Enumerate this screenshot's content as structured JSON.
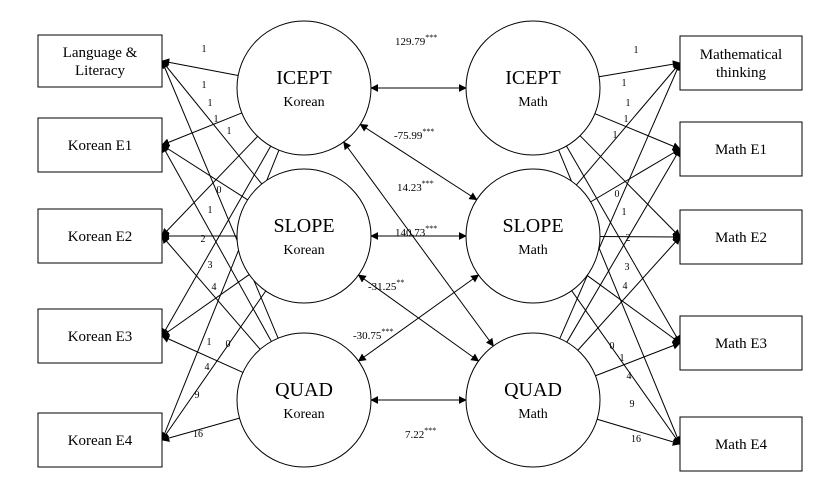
{
  "observed": [
    {
      "id": "lang",
      "lines": [
        "Language &",
        "Literacy"
      ]
    },
    {
      "id": "ke1",
      "lines": [
        "Korean E1"
      ]
    },
    {
      "id": "ke2",
      "lines": [
        "Korean E2"
      ]
    },
    {
      "id": "ke3",
      "lines": [
        "Korean E3"
      ]
    },
    {
      "id": "ke4",
      "lines": [
        "Korean E4"
      ]
    },
    {
      "id": "mt",
      "lines": [
        "Mathematical",
        "thinking"
      ]
    },
    {
      "id": "me1",
      "lines": [
        "Math E1"
      ]
    },
    {
      "id": "me2",
      "lines": [
        "Math E2"
      ]
    },
    {
      "id": "me3",
      "lines": [
        "Math E3"
      ]
    },
    {
      "id": "me4",
      "lines": [
        "Math E4"
      ]
    }
  ],
  "latent": [
    {
      "id": "ik",
      "title": "ICEPT",
      "sub": "Korean"
    },
    {
      "id": "sk",
      "title": "SLOPE",
      "sub": "Korean"
    },
    {
      "id": "qk",
      "title": "QUAD",
      "sub": "Korean"
    },
    {
      "id": "im",
      "title": "ICEPT",
      "sub": "Math"
    },
    {
      "id": "sm",
      "title": "SLOPE",
      "sub": "Math"
    },
    {
      "id": "qm",
      "title": "QUAD",
      "sub": "Math"
    }
  ],
  "loadings": [
    {
      "from": "ik",
      "to": "lang",
      "label": "1"
    },
    {
      "from": "ik",
      "to": "ke1",
      "label": "1"
    },
    {
      "from": "ik",
      "to": "ke2",
      "label": "1"
    },
    {
      "from": "ik",
      "to": "ke3",
      "label": "1"
    },
    {
      "from": "ik",
      "to": "ke4",
      "label": "1"
    },
    {
      "from": "sk",
      "to": "lang",
      "label": "0"
    },
    {
      "from": "sk",
      "to": "ke1",
      "label": "1"
    },
    {
      "from": "sk",
      "to": "ke2",
      "label": "2"
    },
    {
      "from": "sk",
      "to": "ke3",
      "label": "3"
    },
    {
      "from": "sk",
      "to": "ke4",
      "label": "4"
    },
    {
      "from": "qk",
      "to": "lang",
      "label": "0"
    },
    {
      "from": "qk",
      "to": "ke1",
      "label": "1"
    },
    {
      "from": "qk",
      "to": "ke2",
      "label": "4"
    },
    {
      "from": "qk",
      "to": "ke3",
      "label": "9"
    },
    {
      "from": "qk",
      "to": "ke4",
      "label": "16"
    },
    {
      "from": "im",
      "to": "mt",
      "label": "1"
    },
    {
      "from": "im",
      "to": "me1",
      "label": "1"
    },
    {
      "from": "im",
      "to": "me2",
      "label": "1"
    },
    {
      "from": "im",
      "to": "me3",
      "label": "1"
    },
    {
      "from": "im",
      "to": "me4",
      "label": "1"
    },
    {
      "from": "sm",
      "to": "mt",
      "label": "0"
    },
    {
      "from": "sm",
      "to": "me1",
      "label": "1"
    },
    {
      "from": "sm",
      "to": "me2",
      "label": "2"
    },
    {
      "from": "sm",
      "to": "me3",
      "label": "3"
    },
    {
      "from": "sm",
      "to": "me4",
      "label": "4"
    },
    {
      "from": "qm",
      "to": "mt",
      "label": "0"
    },
    {
      "from": "qm",
      "to": "me1",
      "label": "1"
    },
    {
      "from": "qm",
      "to": "me2",
      "label": "4"
    },
    {
      "from": "qm",
      "to": "me3",
      "label": "9"
    },
    {
      "from": "qm",
      "to": "me4",
      "label": "16"
    }
  ],
  "covariances": [
    {
      "a": "ik",
      "b": "im",
      "value": "129.79",
      "stars": "***"
    },
    {
      "a": "ik",
      "b": "sm",
      "value": "-75.99",
      "stars": "***"
    },
    {
      "a": "ik",
      "b": "qm",
      "value": "14.23",
      "stars": "***"
    },
    {
      "a": "sk",
      "b": "sm",
      "value": "140.73",
      "stars": "***"
    },
    {
      "a": "sk",
      "b": "qm",
      "value": "-31.25",
      "stars": "**"
    },
    {
      "a": "qk",
      "b": "sm",
      "value": "-30.75",
      "stars": "***"
    },
    {
      "a": "qk",
      "b": "qm",
      "value": "7.22",
      "stars": "***"
    }
  ]
}
